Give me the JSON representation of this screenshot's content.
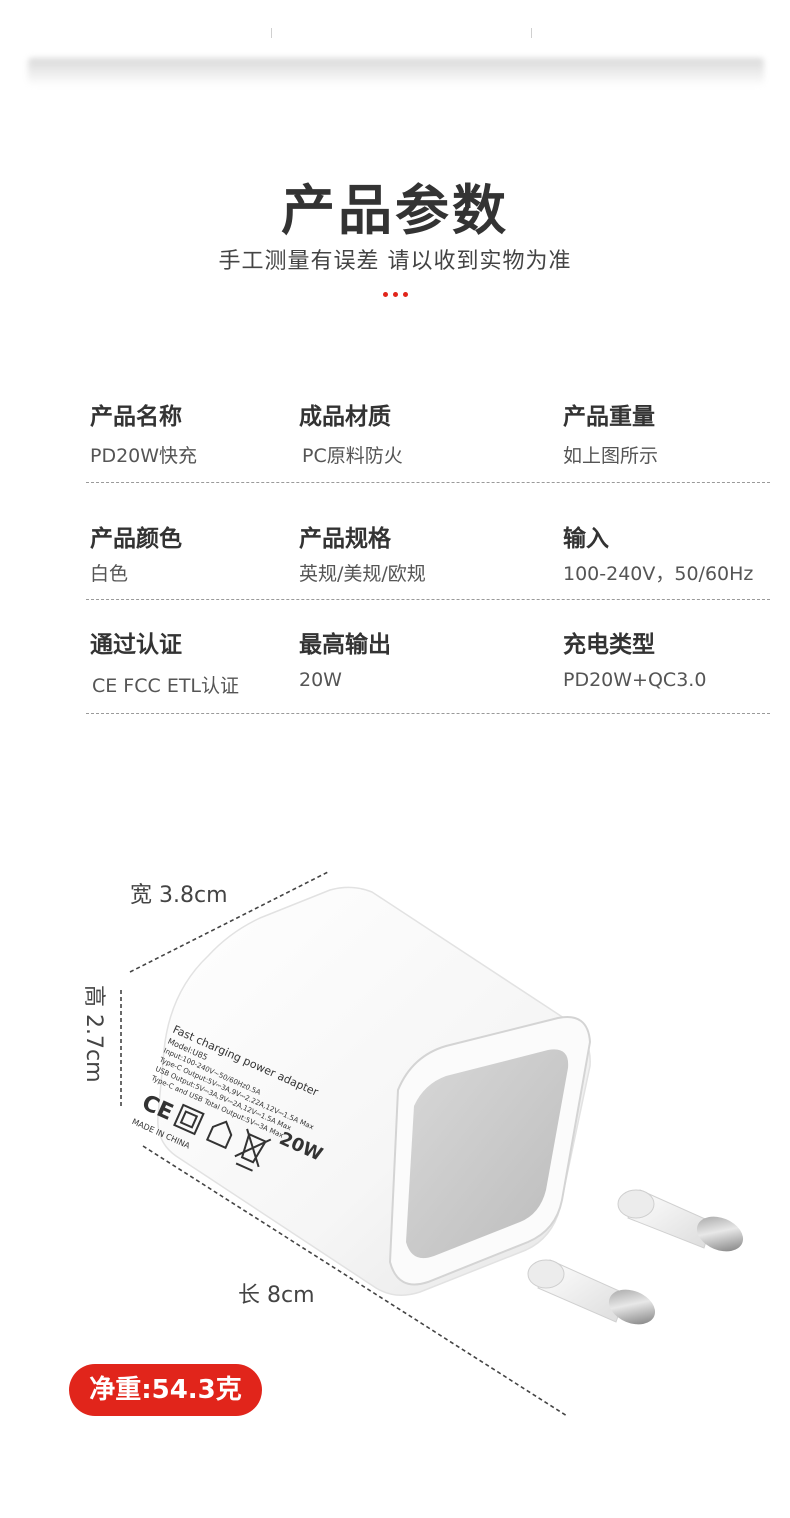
{
  "header": {
    "title": "产品参数",
    "subtitle": "手工测量有误差 请以收到实物为准"
  },
  "specs": {
    "row1": [
      {
        "label": "产品名称",
        "value": "PD20W快充"
      },
      {
        "label": "成品材质",
        "value": "PC原料防火"
      },
      {
        "label": "产品重量",
        "value": "如上图所示"
      }
    ],
    "row2": [
      {
        "label": "产品颜色",
        "value": "白色"
      },
      {
        "label": "产品规格",
        "value": "英规/美规/欧规"
      },
      {
        "label": "输入",
        "value": "100-240V，50/60Hz"
      }
    ],
    "row3": [
      {
        "label": "通过认证",
        "value": "CE FCC ETL认证"
      },
      {
        "label": "最高输出",
        "value": "20W"
      },
      {
        "label": "充电类型",
        "value": "PD20W+QC3.0"
      }
    ]
  },
  "dimensions": {
    "width": "宽 3.8cm",
    "height": "高 2.7cm",
    "length": "长 8cm"
  },
  "product": {
    "body_label_line1": "Fast  charging power adapter",
    "body_label_line2": "Model:U85",
    "body_label_line3": "Input:100-240V~50/60Hz0.5A",
    "body_label_line4": "Type-C Output:5V⎓3A,9V⎓2.22A,12V⎓1.5A Max",
    "body_label_line5": "USB Output:5V⎓3A,9V⎓2A,12V⎓1.5A Max",
    "body_label_line6": "Type-C and USB Total Output:5V⎓3A Max",
    "made_in": "MADE IN CHINA",
    "watt": "20W",
    "ce_mark": "CE"
  },
  "weight": {
    "label": "净重:54.3克"
  },
  "colors": {
    "accent": "#e1251b",
    "text": "#333333"
  }
}
